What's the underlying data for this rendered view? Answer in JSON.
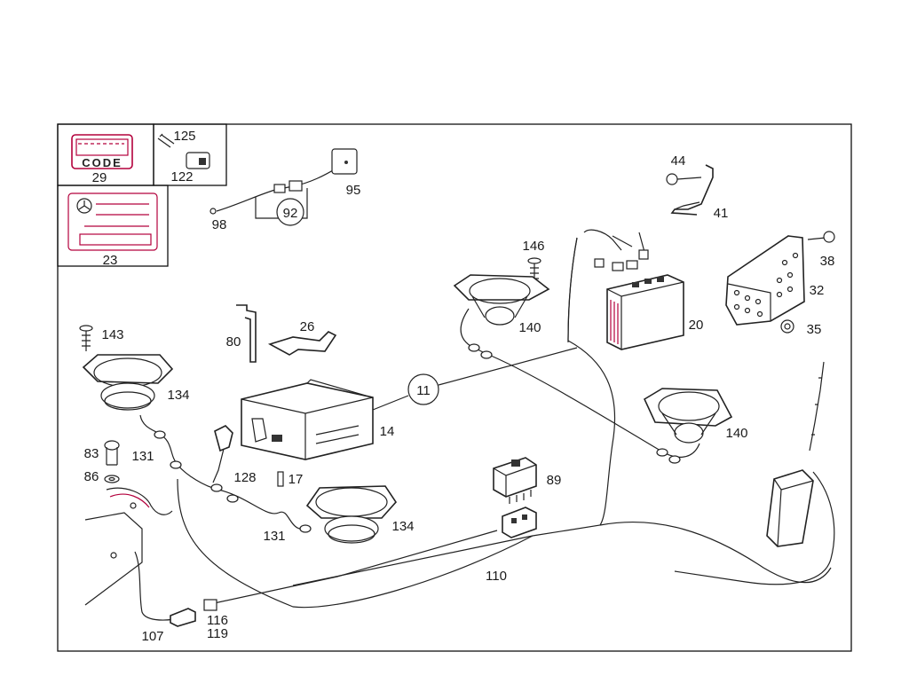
{
  "diagram": {
    "callouts": {
      "c29": "29",
      "c125": "125",
      "c122": "122",
      "c23": "23",
      "c98": "98",
      "c92": "92",
      "c95": "95",
      "c44": "44",
      "c41": "41",
      "c38": "38",
      "c32": "32",
      "c35": "35",
      "c146": "146",
      "c140a": "140",
      "c140b": "140",
      "c20": "20",
      "c143": "143",
      "c134a": "134",
      "c134b": "134",
      "c80": "80",
      "c26": "26",
      "c11": "11",
      "c14": "14",
      "c83": "83",
      "c86": "86",
      "c131a": "131",
      "c131b": "131",
      "c128": "128",
      "c17": "17",
      "c89": "89",
      "c110": "110",
      "c116": "116",
      "c119": "119",
      "c107": "107"
    },
    "code_plate": "CODE"
  },
  "colors": {
    "line": "#222222",
    "accent": "#b3003c"
  }
}
